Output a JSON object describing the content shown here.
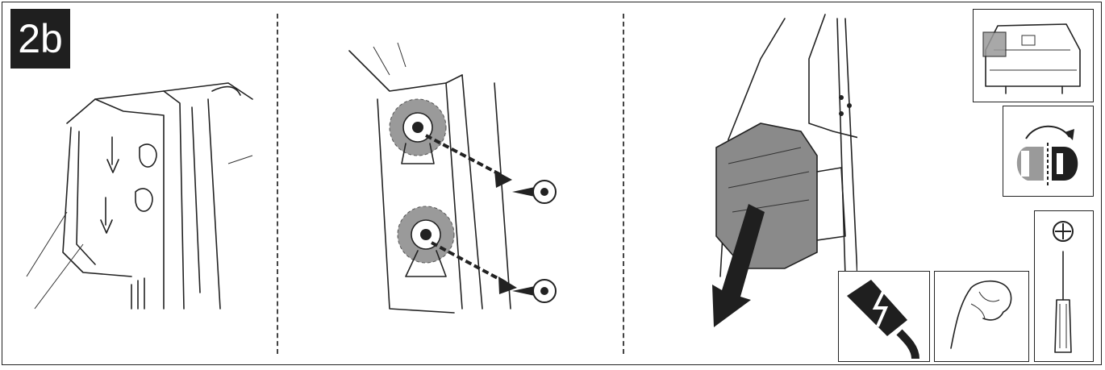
{
  "step": {
    "label": "2b"
  },
  "colors": {
    "ink": "#1f1f1f",
    "highlight": "#9a9a9a",
    "paper": "#ffffff"
  },
  "panels": [
    {
      "name": "tailgate-overview",
      "icons": [
        "tailgate-panel",
        "arrow-down-icon",
        "arrow-down-icon"
      ]
    },
    {
      "name": "remove-screws",
      "icons": [
        "screw-icon",
        "screw-icon",
        "dashed-arrow-icon"
      ]
    },
    {
      "name": "remove-trim-panel",
      "icons": [
        "trim-panel",
        "arrow-down-icon"
      ]
    }
  ],
  "side_icons": [
    "car-rear-location-icon",
    "side-toggle-icon",
    "phillips-screwdriver-icon",
    "glove-hand-icon",
    "electrical-hazard-icon"
  ]
}
